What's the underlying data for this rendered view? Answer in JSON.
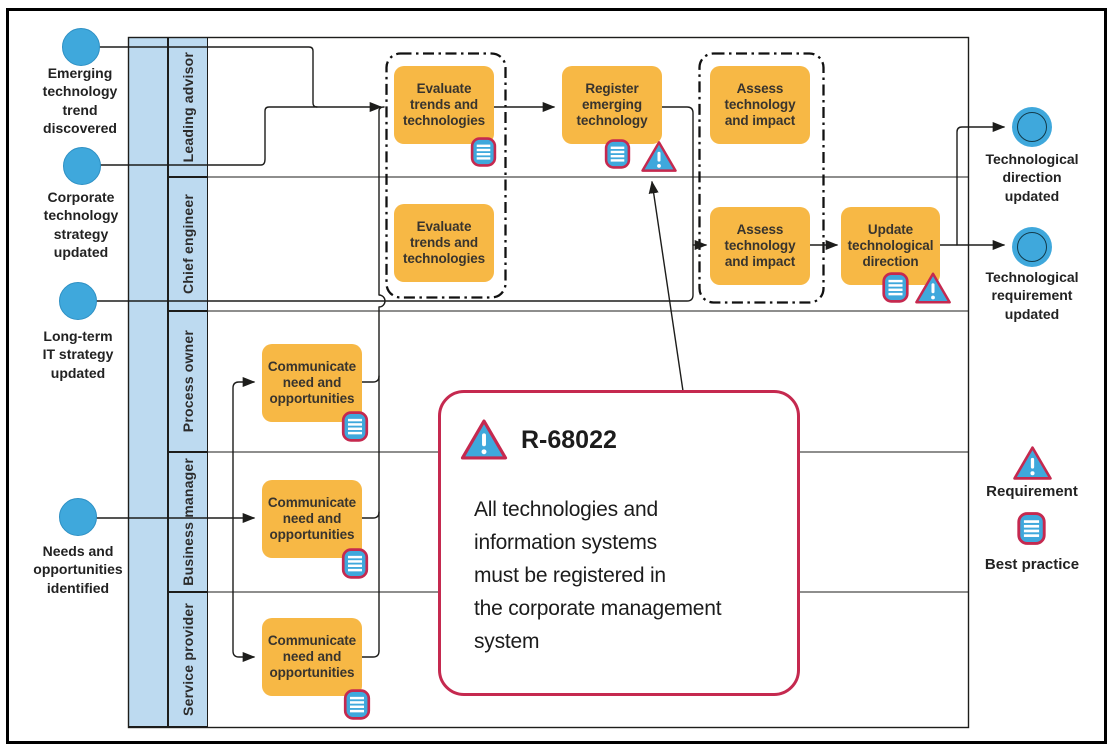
{
  "colors": {
    "task_fill": "#F7B845",
    "event_fill": "#3FA8DC",
    "lane_fill": "#BDDAF0",
    "accent_red": "#C5294F",
    "line": "#1D1D1B"
  },
  "lanes": [
    {
      "label": "Leading advisor"
    },
    {
      "label": "Chief engineer"
    },
    {
      "label": "Process owner"
    },
    {
      "label": "Business manager"
    },
    {
      "label": "Service provider"
    }
  ],
  "start_events": [
    {
      "label": "Emerging\ntechnology\ntrend\ndiscovered"
    },
    {
      "label": "Corporate\ntechnology\nstrategy\nupdated"
    },
    {
      "label": "Long-term\nIT strategy\nupdated"
    },
    {
      "label": "Needs and\nopportunities\nidentified"
    }
  ],
  "end_events": [
    {
      "label": "Technological\ndirection\nupdated"
    },
    {
      "label": "Technological\nrequirement\nupdated"
    }
  ],
  "tasks": [
    {
      "id": "evaluate-trends-leading-advisor",
      "label": "Evaluate\ntrends and\ntechnologies",
      "markers": [
        "best-practice"
      ]
    },
    {
      "id": "register-emerging-technology",
      "label": "Register\nemerging\ntechnology",
      "markers": [
        "best-practice",
        "requirement"
      ]
    },
    {
      "id": "assess-technology-leading-advisor",
      "label": "Assess\ntechnology\nand impact",
      "markers": []
    },
    {
      "id": "evaluate-trends-chief-engineer",
      "label": "Evaluate\ntrends and\ntechnologies",
      "markers": []
    },
    {
      "id": "assess-technology-chief-engineer",
      "label": "Assess\ntechnology\nand impact",
      "markers": []
    },
    {
      "id": "update-technological-direction",
      "label": "Update\ntechnological\ndirection",
      "markers": [
        "best-practice",
        "requirement"
      ]
    },
    {
      "id": "communicate-need-process-owner",
      "label": "Communicate\nneed and\nopportunities",
      "markers": [
        "best-practice"
      ]
    },
    {
      "id": "communicate-need-business-manager",
      "label": "Communicate\nneed and\nopportunities",
      "markers": [
        "best-practice"
      ]
    },
    {
      "id": "communicate-need-service-provider",
      "label": "Communicate\nneed and\nopportunities",
      "markers": [
        "best-practice"
      ]
    }
  ],
  "callout": {
    "code": "R-68022",
    "text": "All technologies and\ninformation systems\nmust be registered in\nthe corporate management\nsystem"
  },
  "legend": [
    {
      "icon": "requirement-triangle",
      "label": "Requirement"
    },
    {
      "icon": "best-practice-document",
      "label": "Best practice"
    }
  ]
}
